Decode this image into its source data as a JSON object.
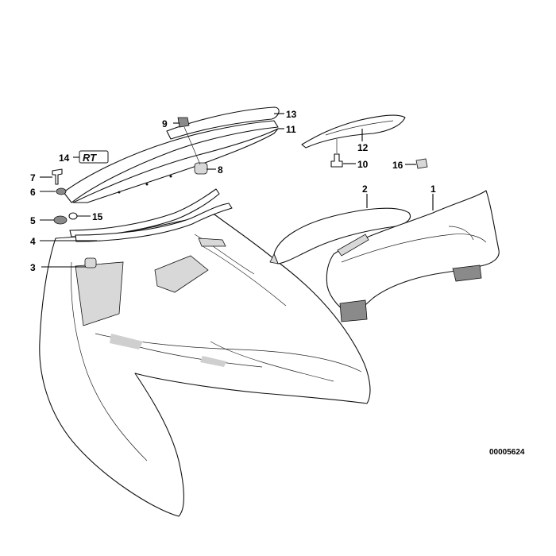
{
  "diagram": {
    "reference_code": "00005624",
    "callouts": [
      {
        "id": "1",
        "label": "1"
      },
      {
        "id": "2",
        "label": "2"
      },
      {
        "id": "3",
        "label": "3"
      },
      {
        "id": "4",
        "label": "4"
      },
      {
        "id": "5",
        "label": "5"
      },
      {
        "id": "6",
        "label": "6"
      },
      {
        "id": "7",
        "label": "7"
      },
      {
        "id": "8",
        "label": "8"
      },
      {
        "id": "9",
        "label": "9"
      },
      {
        "id": "10",
        "label": "10"
      },
      {
        "id": "11",
        "label": "11"
      },
      {
        "id": "12",
        "label": "12"
      },
      {
        "id": "13",
        "label": "13"
      },
      {
        "id": "14",
        "label": "14"
      },
      {
        "id": "15",
        "label": "15"
      },
      {
        "id": "16",
        "label": "16"
      }
    ],
    "emblem_text": "RT"
  }
}
